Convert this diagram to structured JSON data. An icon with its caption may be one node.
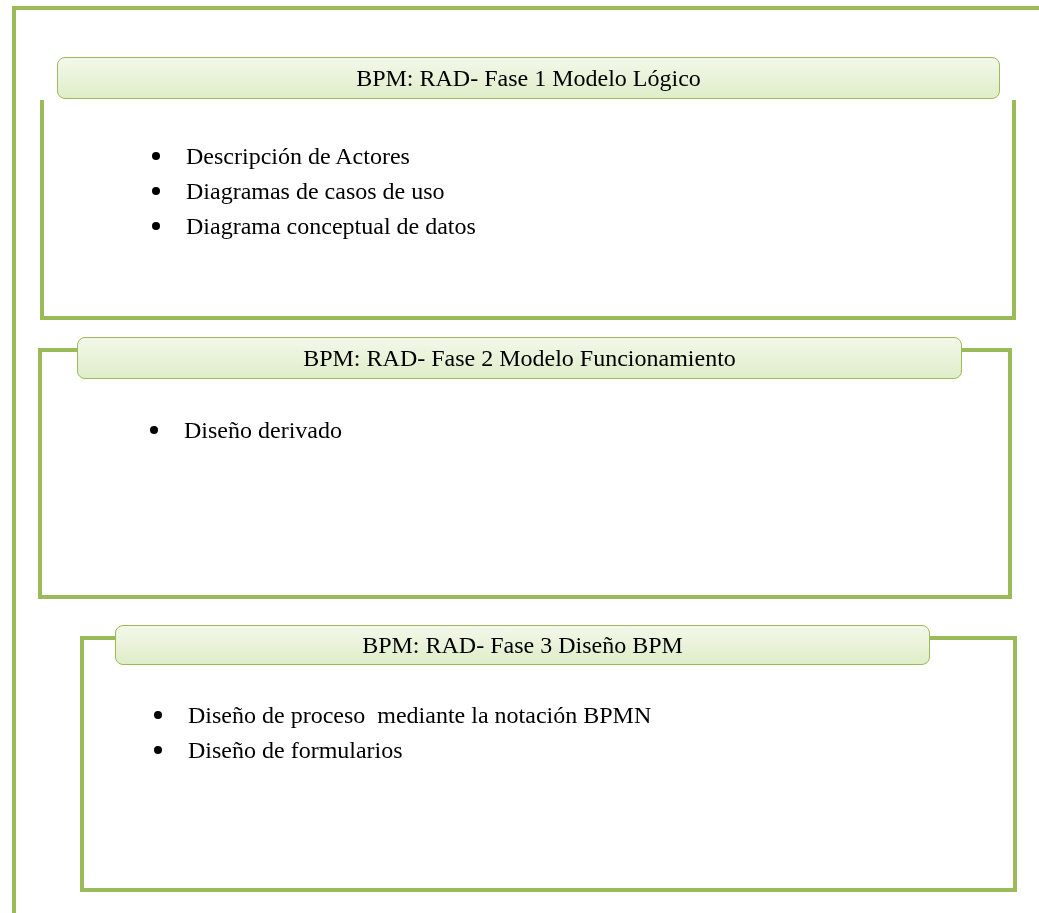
{
  "diagram": {
    "nodes": [
      {
        "text": [
          "BPM: RAD- Fase 1 Modelo Lógico"
        ]
      },
      {
        "text": [
          "Descripción de Actores",
          "Diagramas de casos de uso",
          "Diagrama conceptual de datos"
        ]
      },
      {
        "text": [
          "BPM: RAD- Fase 2 Modelo Funcionamiento"
        ]
      },
      {
        "text": [
          "Diseño derivado"
        ]
      },
      {
        "text": [
          "BPM: RAD- Fase 3 Diseño BPM"
        ]
      },
      {
        "text": [
          "Diseño de proceso  mediante la notación BPMN",
          "Diseño de formularios"
        ]
      }
    ],
    "edges": []
  }
}
